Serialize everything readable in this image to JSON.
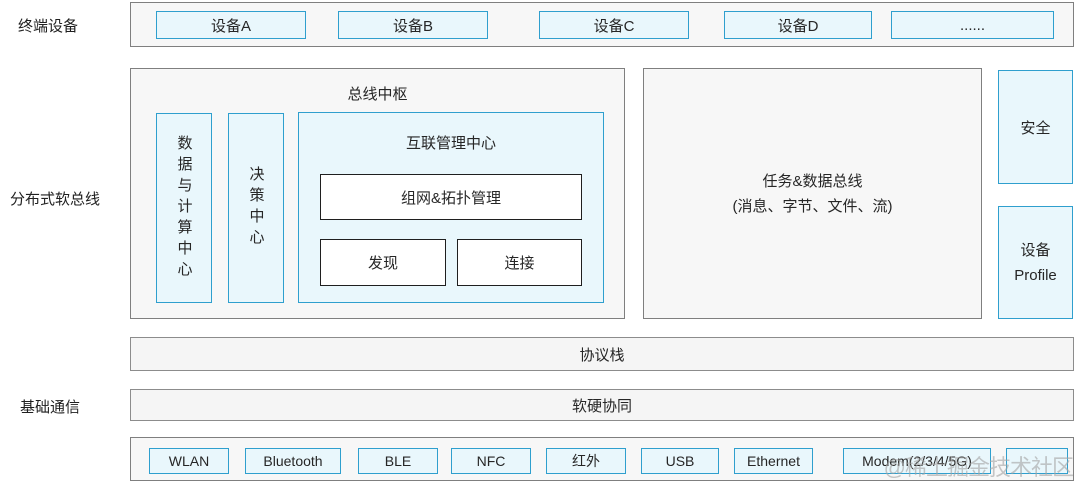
{
  "labels": {
    "terminal_devices": "终端设备",
    "distributed_softbus": "分布式软总线",
    "basic_communication": "基础通信"
  },
  "terminal_row": {
    "devices": [
      "设备A",
      "设备B",
      "设备C",
      "设备D",
      "......"
    ]
  },
  "bus_hub": {
    "title": "总线中枢",
    "data_compute_center": "数据与计算中心",
    "decision_center": "决策中心",
    "interconnect": {
      "title": "互联管理中心",
      "networking_topology": "组网&拓扑管理",
      "discovery": "发现",
      "connect": "连接"
    }
  },
  "task_data_bus": {
    "title": "任务&数据总线",
    "subtitle": "(消息、字节、文件、流)"
  },
  "security": {
    "label": "安全"
  },
  "device_profile": {
    "line1": "设备",
    "line2": "Profile"
  },
  "protocol_stack": {
    "label": "协议栈"
  },
  "software_hardware_synergy": {
    "label": "软硬协同"
  },
  "comm_row": {
    "items": [
      "WLAN",
      "Bluetooth",
      "BLE",
      "NFC",
      "红外",
      "USB",
      "Ethernet",
      "Modem(2/3/4/5G)",
      ""
    ]
  },
  "watermark": {
    "text": "@稀土掘金技术社区"
  },
  "colors": {
    "accent_blue_border": "#2f9fce",
    "light_blue_fill": "#e9f7fc",
    "container_fill": "#f7f7f7",
    "container_border": "#7f7f7f",
    "bar_fill": "#f5f5f5",
    "dark_box_border": "#1f1f1f",
    "text": "#262626",
    "watermark_gray": "#a4a4a4"
  }
}
